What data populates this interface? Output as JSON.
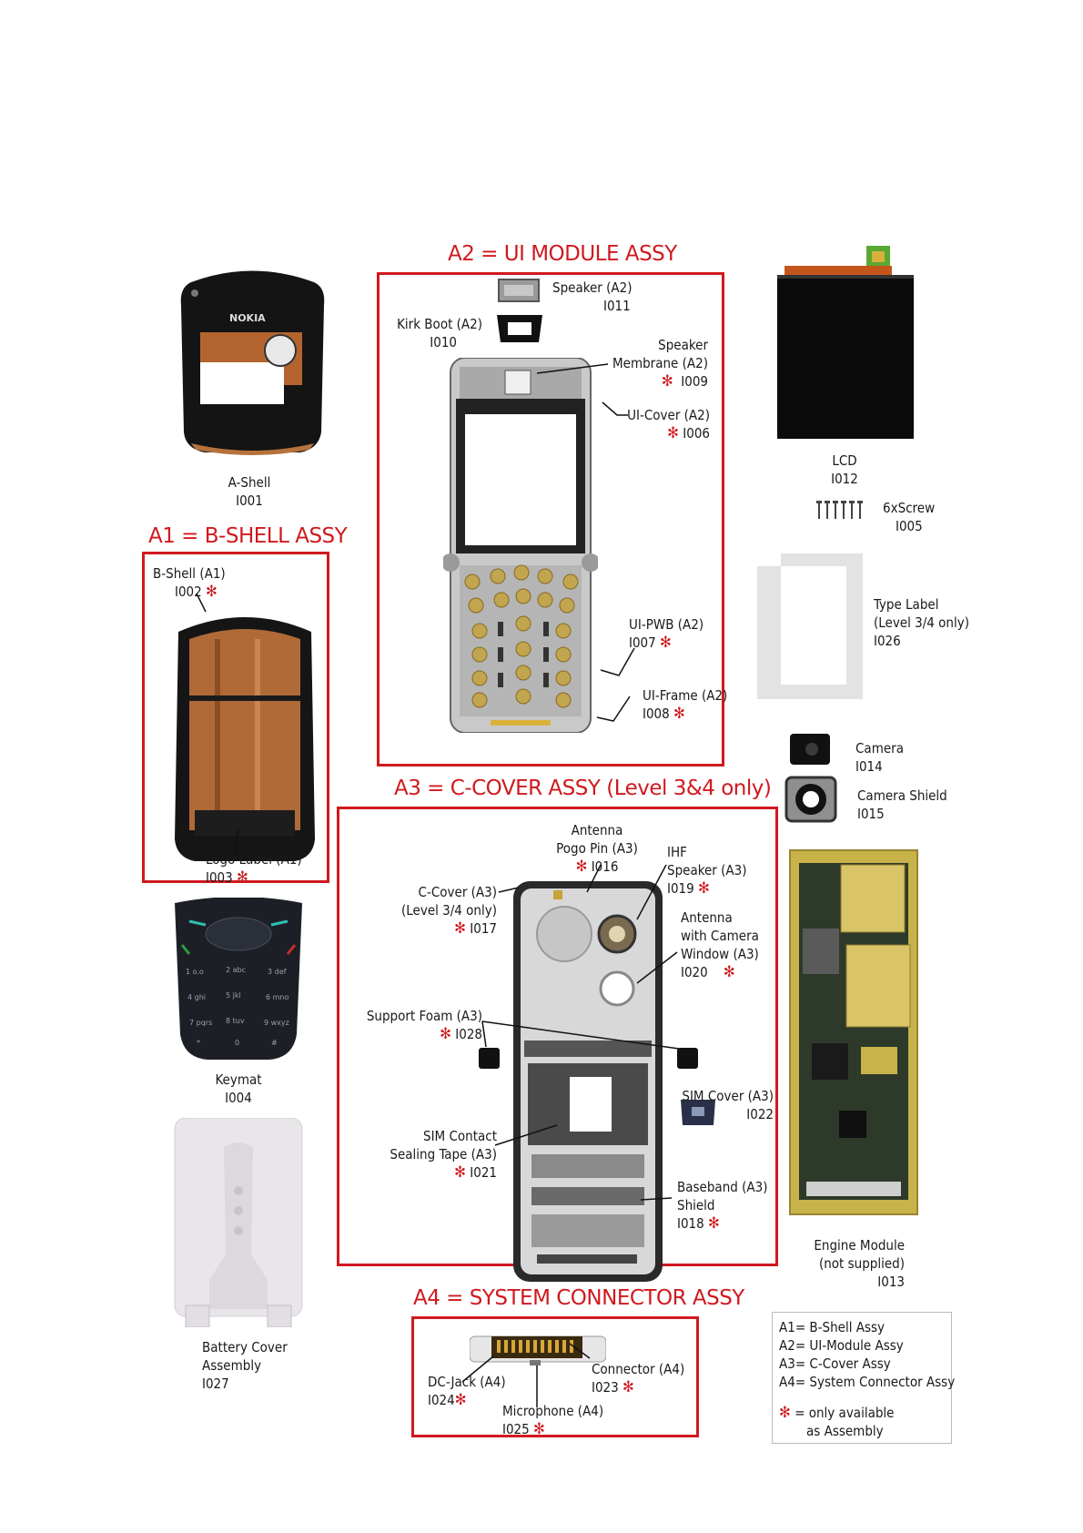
{
  "titles": {
    "a1": "A1 = B-SHELL ASSY",
    "a2": "A2 = UI MODULE ASSY",
    "a3": "A3 = C-COVER ASSY (Level 3&4 only)",
    "a4": "A4 = SYSTEM CONNECTOR ASSY"
  },
  "brand": {
    "phone_logo": "NOKIA"
  },
  "parts": {
    "a_shell": {
      "name": "A-Shell",
      "code": "I001"
    },
    "b_shell": {
      "name": "B-Shell (A1)",
      "code": "I002",
      "asm_only": true
    },
    "logo_label": {
      "name": "Logo Label (A1)",
      "code": "I003",
      "asm_only": true
    },
    "keymat": {
      "name": "Keymat",
      "code": "I004"
    },
    "screw": {
      "name": "6xScrew",
      "code": "I005"
    },
    "ui_cover": {
      "name": "UI-Cover (A2)",
      "code": "I006",
      "asm_only": true
    },
    "ui_pwb": {
      "name": "UI-PWB (A2)",
      "code": "I007",
      "asm_only": true
    },
    "ui_frame": {
      "name": "UI-Frame (A2)",
      "code": "I008",
      "asm_only": true
    },
    "speaker_membrane": {
      "name1": "Speaker",
      "name2": "Membrane (A2)",
      "code": "I009",
      "asm_only": true
    },
    "kirk_boot": {
      "name": "Kirk Boot (A2)",
      "code": "I010"
    },
    "speaker": {
      "name": "Speaker (A2)",
      "code": "I011"
    },
    "lcd": {
      "name": "LCD",
      "code": "I012"
    },
    "engine": {
      "name1": "Engine Module",
      "name2": "(not supplied)",
      "code": "I013"
    },
    "camera": {
      "name": "Camera",
      "code": "I014"
    },
    "camera_shield": {
      "name": "Camera Shield",
      "code": "I015"
    },
    "antenna_pogo": {
      "name1": "Antenna",
      "name2": "Pogo Pin (A3)",
      "code": "I016",
      "asm_only": true
    },
    "c_cover": {
      "name1": "C-Cover (A3)",
      "name2": "(Level 3/4 only)",
      "code": "I017",
      "asm_only": true
    },
    "baseband_shield": {
      "name1": "Baseband (A3)",
      "name2": "Shield",
      "code": "I018",
      "asm_only": true
    },
    "ihf_speaker": {
      "name1": "IHF",
      "name2": "Speaker (A3)",
      "code": "I019",
      "asm_only": true
    },
    "antenna_window": {
      "name1": "Antenna",
      "name2": "with Camera",
      "name3": "Window (A3)",
      "code": "I020",
      "asm_only": true
    },
    "sim_tape": {
      "name1": "SIM Contact",
      "name2": "Sealing Tape (A3)",
      "code": "I021",
      "asm_only": true
    },
    "sim_cover": {
      "name": "SIM Cover (A3)",
      "code": "I022"
    },
    "connector": {
      "name": "Connector (A4)",
      "code": "I023",
      "asm_only": true
    },
    "dc_jack": {
      "name": "DC-Jack (A4)",
      "code": "I024",
      "asm_only": true
    },
    "microphone": {
      "name": "Microphone (A4)",
      "code": "I025",
      "asm_only": true
    },
    "type_label": {
      "name1": "Type Label",
      "name2": "(Level 3/4 only)",
      "code": "I026"
    },
    "battery_cover": {
      "name1": "Battery Cover",
      "name2": "Assembly",
      "code": "I027"
    },
    "support_foam": {
      "name": "Support Foam (A3)",
      "code": "I028",
      "asm_only": true
    }
  },
  "keypad": {
    "keys": [
      "1 o.o",
      "2 abc",
      "3 def",
      "4 ghi",
      "5 jkl",
      "6 mno",
      "7 pqrs",
      "8 tuv",
      "9 wxyz",
      "*",
      "0",
      "#"
    ]
  },
  "legend": {
    "lines": [
      "A1= B-Shell Assy",
      "A2= UI-Module Assy",
      "A3= C-Cover Assy",
      "A4= System Connector Assy"
    ],
    "star_note1": "= only available",
    "star_note2": "as Assembly"
  },
  "colors": {
    "accent_red": "#d0191e",
    "frame_black": "#1a1a1a",
    "copper": "#b46a35",
    "pcb_gold": "#c8b24a"
  },
  "icons": {
    "asm_marker": "asterisk-icon"
  }
}
